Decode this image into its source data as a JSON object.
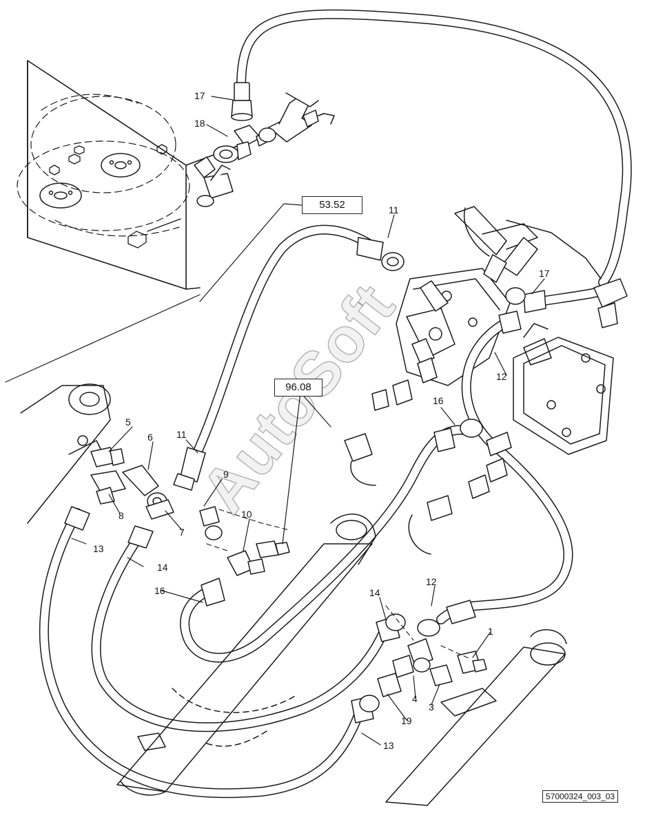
{
  "refs": {
    "r1": "53.52",
    "r2": "96.08"
  },
  "doc_id": "57000324_003_03",
  "watermark": "AutoSoft",
  "callouts": {
    "c17a": "17",
    "c18": "18",
    "c11a": "11",
    "c17b": "17",
    "c12a": "12",
    "c16a": "16",
    "c5": "5",
    "c6": "6",
    "c11b": "11",
    "c9": "9",
    "c10": "10",
    "c8": "8",
    "c7": "7",
    "c13a": "13",
    "c14a": "14",
    "c16b": "16",
    "c14b": "14",
    "c12b": "12",
    "c1": "1",
    "c4": "4",
    "c3": "3",
    "c19": "19",
    "c13b": "13"
  }
}
